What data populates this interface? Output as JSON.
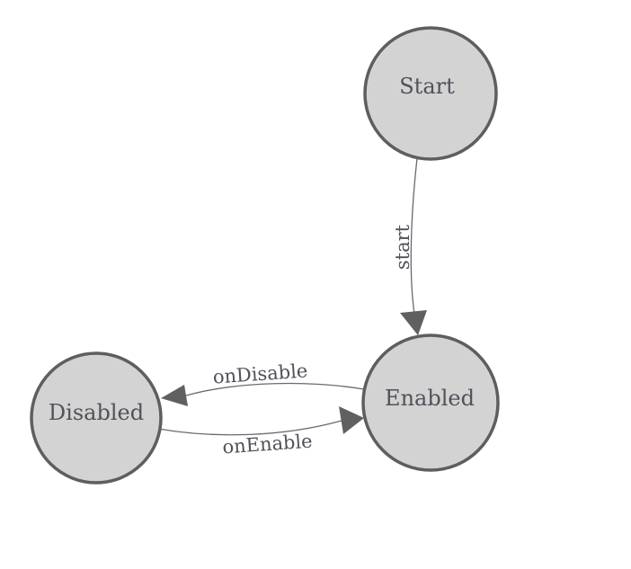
{
  "diagram": {
    "type": "state-machine",
    "background": "#ffffff",
    "colors": {
      "node_fill": "#d3d3d3",
      "node_stroke": "#5e5e5e",
      "edge_stroke": "#6a6a6a",
      "arrow_fill": "#606060",
      "label_text": "#50525a"
    },
    "nodes": [
      {
        "id": "start",
        "label": "Start"
      },
      {
        "id": "enabled",
        "label": "Enabled"
      },
      {
        "id": "disabled",
        "label": "Disabled"
      }
    ],
    "edges": [
      {
        "from": "Start",
        "to": "Enabled",
        "label": "start"
      },
      {
        "from": "Enabled",
        "to": "Disabled",
        "label": "onDisable"
      },
      {
        "from": "Disabled",
        "to": "Enabled",
        "label": "onEnable"
      }
    ]
  }
}
